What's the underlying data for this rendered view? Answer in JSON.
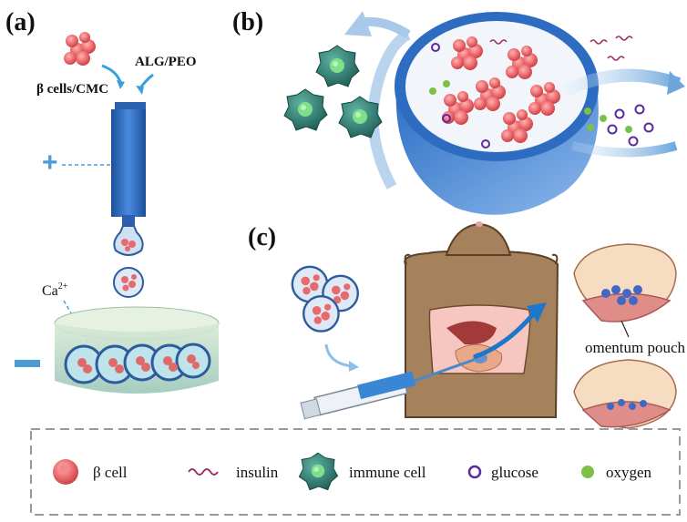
{
  "panels": {
    "a": "(a)",
    "b": "(b)",
    "c": "(c)"
  },
  "panel_a": {
    "cells_label": "β cells/CMC",
    "alg_label": "ALG/PEO",
    "plus": "+",
    "ca_base": "Ca",
    "ca_sup": "2+",
    "minus": "−"
  },
  "panel_c": {
    "pouch_label": "omentum pouch"
  },
  "legend": {
    "beta_cell": "β cell",
    "insulin": "insulin",
    "immune_cell": "immune cell",
    "glucose": "glucose",
    "oxygen": "oxygen"
  },
  "colors": {
    "accent_blue": "#3a78c4",
    "cell_red": "#e8595f",
    "immune_teal": "#2f7a72",
    "insulin_purple": "#a0306a",
    "glucose_purple": "#5b2aa0",
    "oxygen_green": "#7cc04a"
  }
}
